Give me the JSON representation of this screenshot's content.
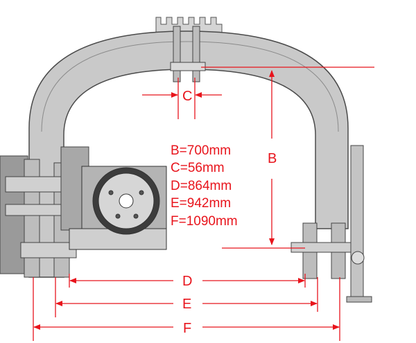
{
  "specs": {
    "B": "B=700mm",
    "C": "C=56mm",
    "D": "D=864mm",
    "E": "E=942mm",
    "F": "F=1090mm"
  },
  "dimension_labels": {
    "B": "B",
    "C": "C",
    "D": "D",
    "E": "E",
    "F": "F"
  },
  "colors": {
    "dimension": "#e8141c",
    "metal": "#c9c9c9",
    "outline": "#4a4a4a"
  }
}
